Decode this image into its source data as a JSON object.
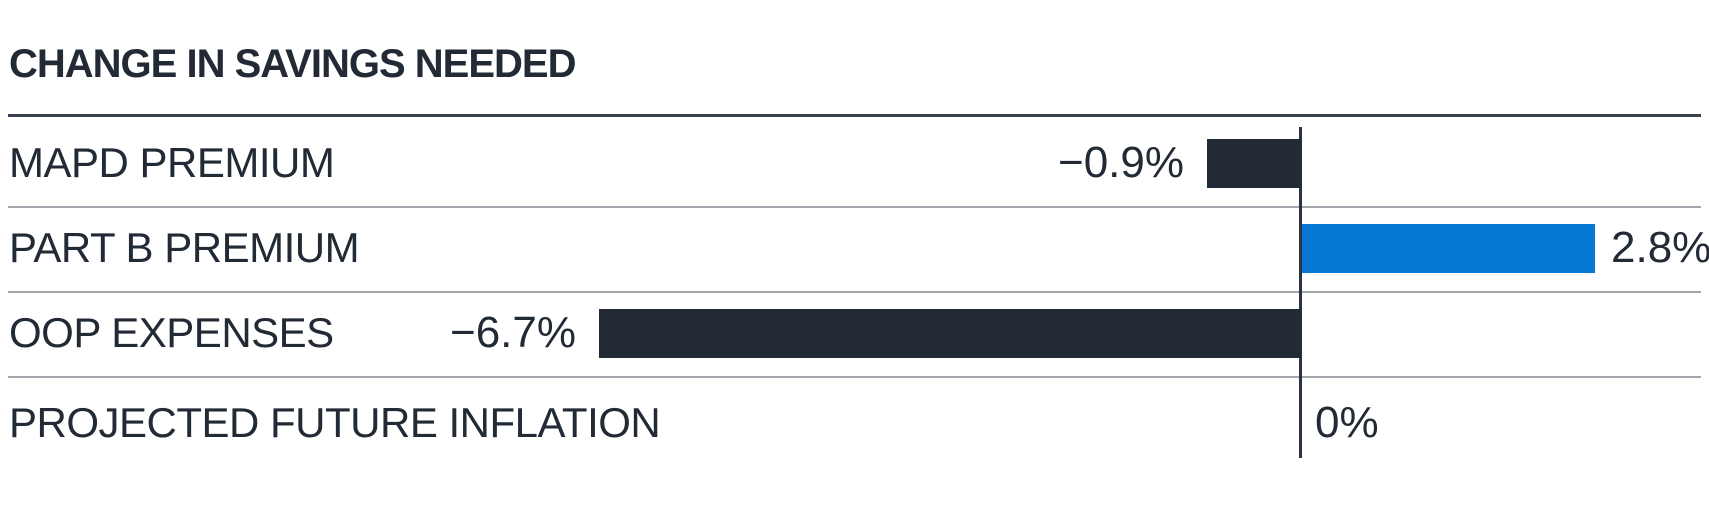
{
  "title": "CHANGE IN SAVINGS NEEDED",
  "colors": {
    "text": "#222a36",
    "positive_bar": "#0577d4",
    "negative_bar": "#222a36",
    "separator": "#a3a7ad",
    "title_rule": "#39414e",
    "axis_line": "#2b3340"
  },
  "chart_data": {
    "type": "bar",
    "orientation": "horizontal",
    "title": "CHANGE IN SAVINGS NEEDED",
    "categories": [
      "MAPD PREMIUM",
      "PART B PREMIUM",
      "OOP EXPENSES",
      "PROJECTED FUTURE INFLATION"
    ],
    "values": [
      -0.9,
      2.8,
      -6.7,
      0
    ],
    "value_labels": [
      "−0.9%",
      "2.8%",
      "−6.7%",
      "0%"
    ],
    "unit": "%",
    "baseline": 0,
    "xlim": [
      -7.2,
      3.9
    ],
    "grid": false,
    "legend": false,
    "notes": "negative bars dark navy extending left of zero axis, positive bar blue extending right, zero value shown as label only"
  }
}
